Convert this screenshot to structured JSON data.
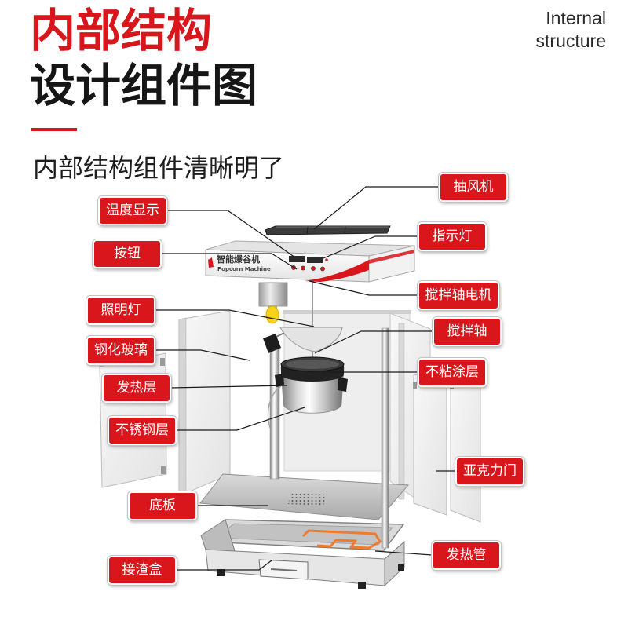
{
  "header": {
    "title_red": "内部结构",
    "title_black": "设计组件图",
    "title_en": [
      "Internal",
      "structure"
    ],
    "subtitle": "内部结构组件清晰明了"
  },
  "callouts": {
    "temperature_display": "温度显示",
    "button": "按钮",
    "lighting_lamp": "照明灯",
    "tempered_glass": "钢化玻璃",
    "heating_layer": "发热层",
    "stainless_layer": "不锈钢层",
    "base_plate": "底板",
    "crumb_tray": "接渣盒",
    "exhaust_fan": "抽风机",
    "indicator_light": "指示灯",
    "stir_motor": "搅拌轴电机",
    "stir_shaft": "搅拌轴",
    "nonstick_coating": "不粘涂层",
    "acrylic_door": "亚克力门",
    "heating_tube": "发热管"
  },
  "machine": {
    "brand_cn": "智能爆谷机",
    "brand_en": "Popcorn Machine"
  },
  "colors": {
    "accent": "#d8161c",
    "heating_tube": "#f07b2e",
    "bulb": "#f6d21c"
  }
}
